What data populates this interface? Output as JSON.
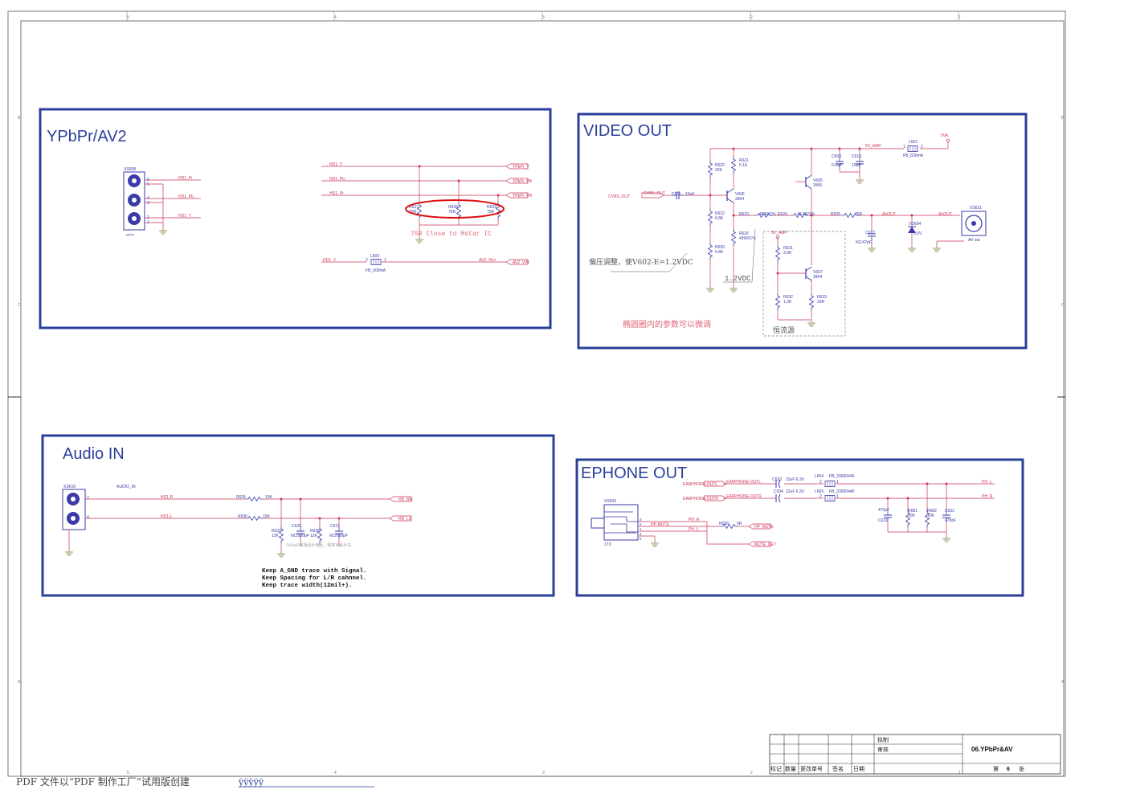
{
  "frame": {
    "col_markers": [
      "5",
      "4",
      "3",
      "2",
      "1"
    ],
    "row_markers": [
      "B",
      "C",
      "A"
    ]
  },
  "blocks": {
    "ypbpr": {
      "title": "YPbPr/AV2",
      "connector": "XS608",
      "connector_sub": "ypbpr",
      "pins": [
        "6",
        "5",
        "4",
        "3",
        "2",
        "1"
      ],
      "conn_nets": [
        "HD1_Pr",
        "HD1_Pb",
        "HD1_Y"
      ],
      "right_nets": [
        "HD1_Y",
        "HD1_Pb",
        "HD1_Pr"
      ],
      "ports": [
        "YPbPr_Y",
        "YPbPr_PB",
        "YPbPr_PR"
      ],
      "resistors": [
        {
          "ref": "R627",
          "val": "75R"
        },
        {
          "ref": "R628",
          "val": "75R"
        },
        {
          "ref": "R629",
          "val": "75R"
        }
      ],
      "note": "75R Close to Mstar IC",
      "bead_ref": "L603",
      "bead_val": "FB_600mA",
      "bead_pin1": "2",
      "bead_pin2": "1",
      "bead_in_net": "HD1_Y",
      "bead_out_net": "AV3_Vin+",
      "bead_port": "AV2_VIN"
    },
    "video": {
      "title": "VIDEO OUT",
      "in_port": "CVBS_OUT",
      "in_net": "CVBS_OUT",
      "cap": {
        "ref": "C611",
        "val": "10uF"
      },
      "r620": {
        "ref": "R620",
        "val": "22K"
      },
      "r621": {
        "ref": "R621",
        "val": "5.1K"
      },
      "r622": {
        "ref": "R622",
        "val": "6.8K"
      },
      "r630": {
        "ref": "R630",
        "val": "6.8K"
      },
      "v606": {
        "ref": "V606",
        "val": "3904"
      },
      "v605": {
        "ref": "V605",
        "val": "3906"
      },
      "v607": {
        "ref": "V607",
        "val": "3904"
      },
      "r623": {
        "ref": "R623",
        "val": "499R/1%"
      },
      "r624": {
        "ref": "R624",
        "val": "49.9R/1%"
      },
      "r625": {
        "ref": "R625",
        "val": "75R"
      },
      "r626": {
        "ref": "R626",
        "val": "499R/1%"
      },
      "r631": {
        "ref": "R631",
        "val": "3.9K"
      },
      "r632": {
        "ref": "R632",
        "val": "1.2K"
      },
      "r633": {
        "ref": "R633",
        "val": "33R"
      },
      "c609": {
        "ref": "C609",
        "val": "0.1uF"
      },
      "c610": {
        "ref": "C610",
        "val": "10uF"
      },
      "c612": {
        "ref": "C612",
        "val": "NC/47pF"
      },
      "vd604": {
        "ref": "VD604",
        "val": "5.6V"
      },
      "l602": {
        "ref": "L602",
        "val": "FB_600mA",
        "pin1": "1",
        "pin2": "2"
      },
      "net_5vamp": "5V_AMP",
      "net_5va": "5VA",
      "net_5vamp2": "5V_AMP",
      "avout1": "AVOUT",
      "avout2": "AVOUT",
      "jack_ref": "XS621",
      "jack_label": "AV out",
      "bias_note": "偏压调整，使V602-E=1.2VDC",
      "vdc_label": "1.2VDC",
      "ccs_label": "恒流源",
      "ellipse_note": "椭圆圈内的参数可以微调"
    },
    "audio": {
      "title": "Audio IN",
      "connector": "XS618",
      "net_label": "AUDIO_IN",
      "pins": [
        "2",
        "4"
      ],
      "nets": [
        "HD1-R",
        "HD1-L"
      ],
      "r635": {
        "ref": "R635",
        "val": "10K"
      },
      "r636": {
        "ref": "R636",
        "val": "10K"
      },
      "r637": {
        "ref": "R637",
        "val": "12K"
      },
      "r638": {
        "ref": "R638",
        "val": "12K"
      },
      "c620": {
        "ref": "C620",
        "val": "NC/560pF"
      },
      "c621": {
        "ref": "C621",
        "val": "NC/560pF"
      },
      "ports": [
        "HD_Rin",
        "HD_Lin"
      ],
      "small_note": "560pF保持设计电压，频率可设计关",
      "note_lines": [
        "Keep A_GND trace with Signal.",
        "Keep Spacing for L/R cahnnel.",
        "Keep trace width(12mil+)."
      ]
    },
    "ephone": {
      "title": "EPHONE OUT",
      "in_ports": [
        "EARPHONE-OUTL",
        "EARPHONE-OUTR"
      ],
      "in_nets": [
        "EARPHONE-OUTL",
        "EARPHONE-OUTR"
      ],
      "c633": {
        "ref": "C633",
        "val": "22uF 6.3V"
      },
      "c634": {
        "ref": "C634",
        "val": "22uF 6.3V"
      },
      "l604": {
        "ref": "L604",
        "val": "FB_33000440",
        "pin1": "2",
        "pin2": "1"
      },
      "l605": {
        "ref": "L605",
        "val": "FB_33000440",
        "pin1": "2",
        "pin2": "1"
      },
      "out_nets": [
        "PH_L",
        "PH_R"
      ],
      "c631": {
        "ref": "C631",
        "val": "470pF"
      },
      "r681": {
        "ref": "R681",
        "val": "10K"
      },
      "r682": {
        "ref": "R682",
        "val": "10K"
      },
      "c632": {
        "ref": "C632",
        "val": "470pF"
      },
      "jack_ref": "XS606",
      "jack_sub": "1T3",
      "jack_pins": [
        "3",
        "2",
        "1",
        "4",
        "5"
      ],
      "hp_mute_net": "HP-MUTE",
      "r698": {
        "ref": "R698",
        "val": "0R"
      },
      "ph_r": "PH_R",
      "ph_l": "PH_L",
      "port_hp": "HP_MUTE",
      "port_mute": "MUTE_DET"
    }
  },
  "title_block": {
    "draw": "拟制",
    "check": "审核",
    "sheet_title": "06.YPbPr&AV",
    "headers": [
      "标记",
      "数量",
      "更改单号",
      "签名",
      "日期"
    ],
    "page_prefix": "第",
    "page_num": "6",
    "page_suffix": "张"
  },
  "footer": {
    "text": "PDF 文件以“PDF 制作工厂”试用版创建",
    "link": "ÿÿÿÿÿ"
  },
  "colors": {
    "frame": "#555555",
    "block_border": "#2a3f9a",
    "title": "#2a3f9a",
    "wire": "#cc3355",
    "label": "#3a3aa8",
    "ellipse": "#dd1111",
    "gnd": "#8a7a40"
  }
}
